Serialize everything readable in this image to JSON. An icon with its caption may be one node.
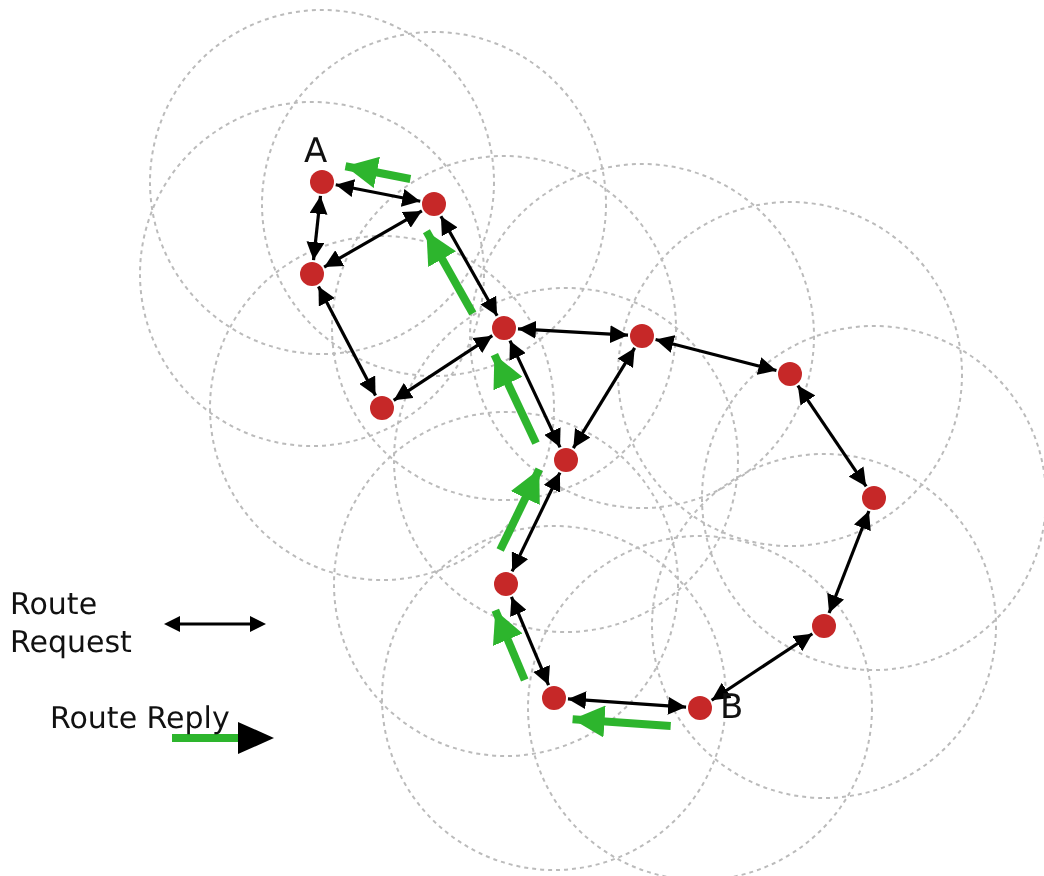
{
  "diagram": {
    "nodes": [
      {
        "text": [],
        "shape": "circle",
        "beside": [
          "A"
        ]
      },
      {
        "text": [],
        "shape": "circle"
      },
      {
        "text": [],
        "shape": "circle"
      },
      {
        "text": [],
        "shape": "circle"
      },
      {
        "text": [],
        "shape": "circle"
      },
      {
        "text": [],
        "shape": "circle"
      },
      {
        "text": [],
        "shape": "circle"
      },
      {
        "text": [],
        "shape": "circle"
      },
      {
        "text": [],
        "shape": "circle"
      },
      {
        "text": [],
        "shape": "circle"
      },
      {
        "text": [],
        "shape": "circle"
      },
      {
        "text": [],
        "shape": "circle"
      },
      {
        "text": [],
        "shape": "circle",
        "beside": [
          "B"
        ]
      }
    ],
    "edges": [
      {
        "from": 0,
        "to": 1,
        "arrow": "both"
      },
      {
        "from": 0,
        "to": 2,
        "arrow": "both"
      },
      {
        "from": 1,
        "to": 2,
        "arrow": "both"
      },
      {
        "from": 2,
        "to": 3,
        "arrow": "both"
      },
      {
        "from": 3,
        "to": 4,
        "arrow": "both"
      },
      {
        "from": 1,
        "to": 4,
        "arrow": "both"
      },
      {
        "from": 4,
        "to": 5,
        "arrow": "both"
      },
      {
        "from": 4,
        "to": 7,
        "arrow": "both"
      },
      {
        "from": 5,
        "to": 7,
        "arrow": "both"
      },
      {
        "from": 5,
        "to": 6,
        "arrow": "both"
      },
      {
        "from": 6,
        "to": 8,
        "arrow": "both"
      },
      {
        "from": 7,
        "to": 9,
        "arrow": "both"
      },
      {
        "from": 8,
        "to": 10,
        "arrow": "both"
      },
      {
        "from": 9,
        "to": 11,
        "arrow": "both"
      },
      {
        "from": 11,
        "to": 12,
        "arrow": "both"
      },
      {
        "from": 10,
        "to": 12,
        "arrow": "both"
      },
      {
        "from": 12,
        "to": 11,
        "arrow": "to",
        "style": "thick",
        "color": "#2db52d"
      },
      {
        "from": 11,
        "to": 9,
        "arrow": "to",
        "style": "thick",
        "color": "#2db52d"
      },
      {
        "from": 9,
        "to": 7,
        "arrow": "to",
        "style": "thick",
        "color": "#2db52d"
      },
      {
        "from": 7,
        "to": 4,
        "arrow": "to",
        "style": "thick",
        "color": "#2db52d"
      },
      {
        "from": 4,
        "to": 1,
        "arrow": "to",
        "style": "thick",
        "color": "#2db52d"
      },
      {
        "from": 1,
        "to": 0,
        "arrow": "to",
        "style": "thick",
        "color": "#2db52d"
      }
    ],
    "legend": [
      {
        "text": "Route Request"
      },
      {
        "text": "Route Reply"
      }
    ]
  }
}
